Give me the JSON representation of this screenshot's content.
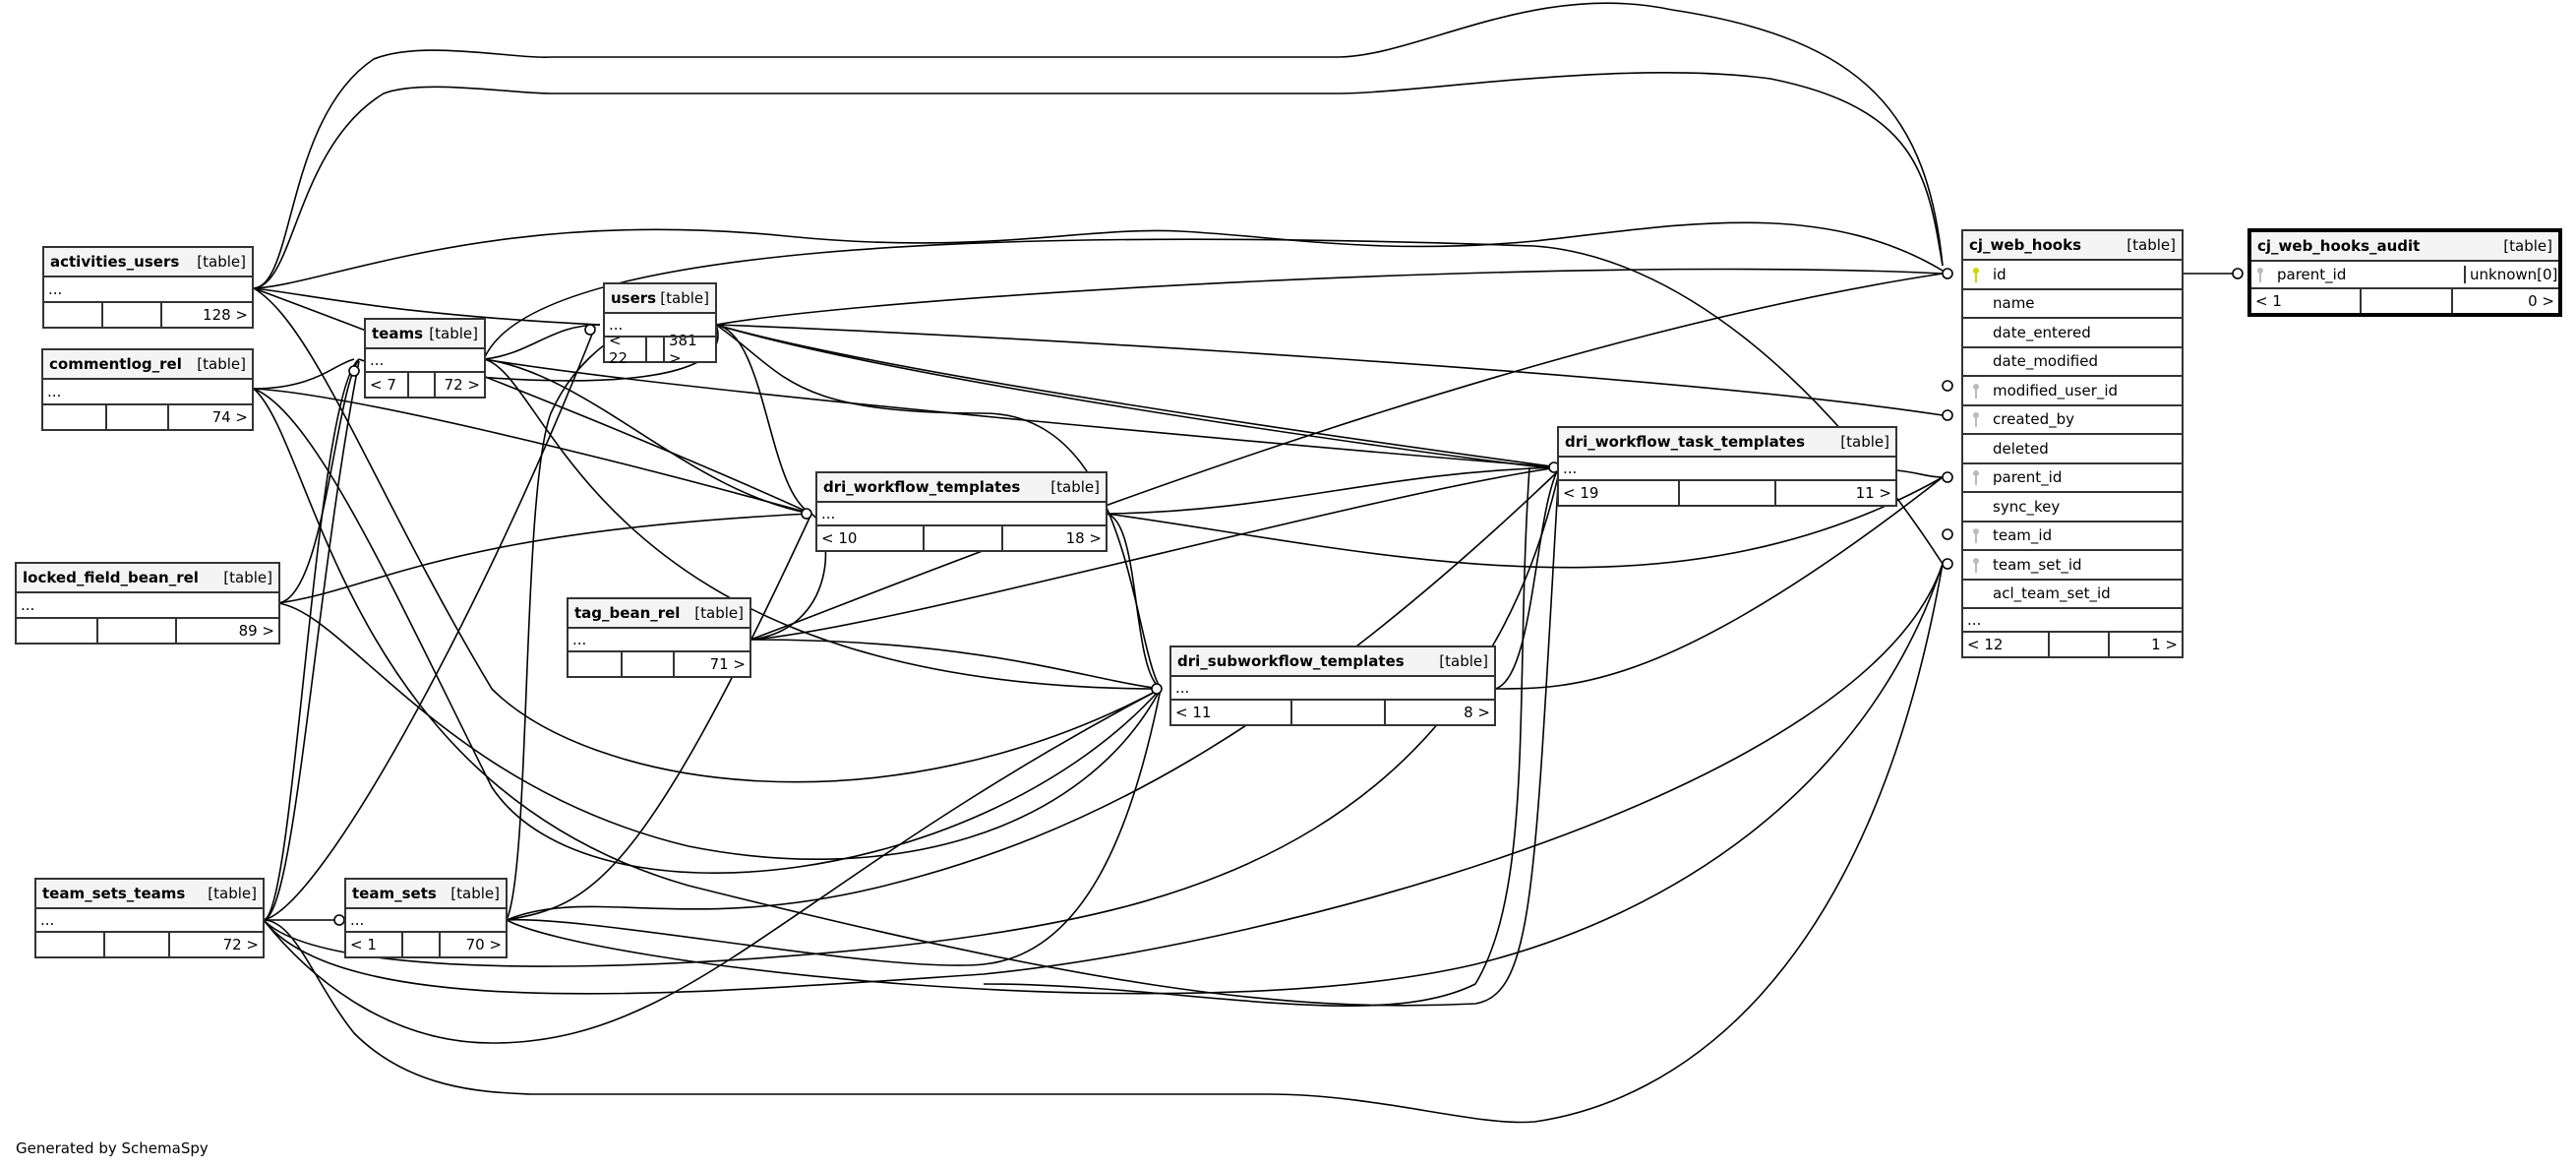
{
  "footer": "Generated by SchemaSpy",
  "type_label": "[table]",
  "ellipsis": "...",
  "tables": {
    "activities_users": {
      "name": "activities_users",
      "footer": [
        "",
        "",
        "128 >"
      ]
    },
    "commentlog_rel": {
      "name": "commentlog_rel",
      "footer": [
        "",
        "",
        "74 >"
      ]
    },
    "teams": {
      "name": "teams",
      "footer": [
        "< 7",
        "",
        "72 >"
      ]
    },
    "users": {
      "name": "users",
      "footer": [
        "< 22",
        "",
        "381 >"
      ]
    },
    "locked_field_bean_rel": {
      "name": "locked_field_bean_rel",
      "footer": [
        "",
        "",
        "89 >"
      ]
    },
    "tag_bean_rel": {
      "name": "tag_bean_rel",
      "footer": [
        "",
        "",
        "71 >"
      ]
    },
    "dri_workflow_templates": {
      "name": "dri_workflow_templates",
      "footer": [
        "< 10",
        "",
        "18 >"
      ]
    },
    "dri_subworkflow_templates": {
      "name": "dri_subworkflow_templates",
      "footer": [
        "< 11",
        "",
        "8 >"
      ]
    },
    "dri_workflow_task_templates": {
      "name": "dri_workflow_task_templates",
      "footer": [
        "< 19",
        "",
        "11 >"
      ]
    },
    "team_sets_teams": {
      "name": "team_sets_teams",
      "footer": [
        "",
        "",
        "72 >"
      ]
    },
    "team_sets": {
      "name": "team_sets",
      "footer": [
        "< 1",
        "",
        "70 >"
      ]
    },
    "cj_web_hooks": {
      "name": "cj_web_hooks",
      "columns": [
        {
          "name": "id",
          "key": "primary"
        },
        {
          "name": "name",
          "key": ""
        },
        {
          "name": "date_entered",
          "key": ""
        },
        {
          "name": "date_modified",
          "key": ""
        },
        {
          "name": "modified_user_id",
          "key": "foreign"
        },
        {
          "name": "created_by",
          "key": "foreign"
        },
        {
          "name": "deleted",
          "key": ""
        },
        {
          "name": "parent_id",
          "key": "foreign"
        },
        {
          "name": "sync_key",
          "key": ""
        },
        {
          "name": "team_id",
          "key": "foreign"
        },
        {
          "name": "team_set_id",
          "key": "foreign"
        },
        {
          "name": "acl_team_set_id",
          "key": ""
        }
      ],
      "footer": [
        "< 12",
        "",
        "1 >"
      ]
    },
    "cj_web_hooks_audit": {
      "name": "cj_web_hooks_audit",
      "columns": [
        {
          "name": "parent_id",
          "key": "foreign",
          "type": "unknown[0]"
        }
      ],
      "footer": [
        "< 1",
        "",
        "0 >"
      ]
    }
  },
  "colors": {
    "primary_key": "#d4d400",
    "foreign_key": "#bbbbbb",
    "header_bg": "#f4f4f4",
    "border": "#333333"
  }
}
